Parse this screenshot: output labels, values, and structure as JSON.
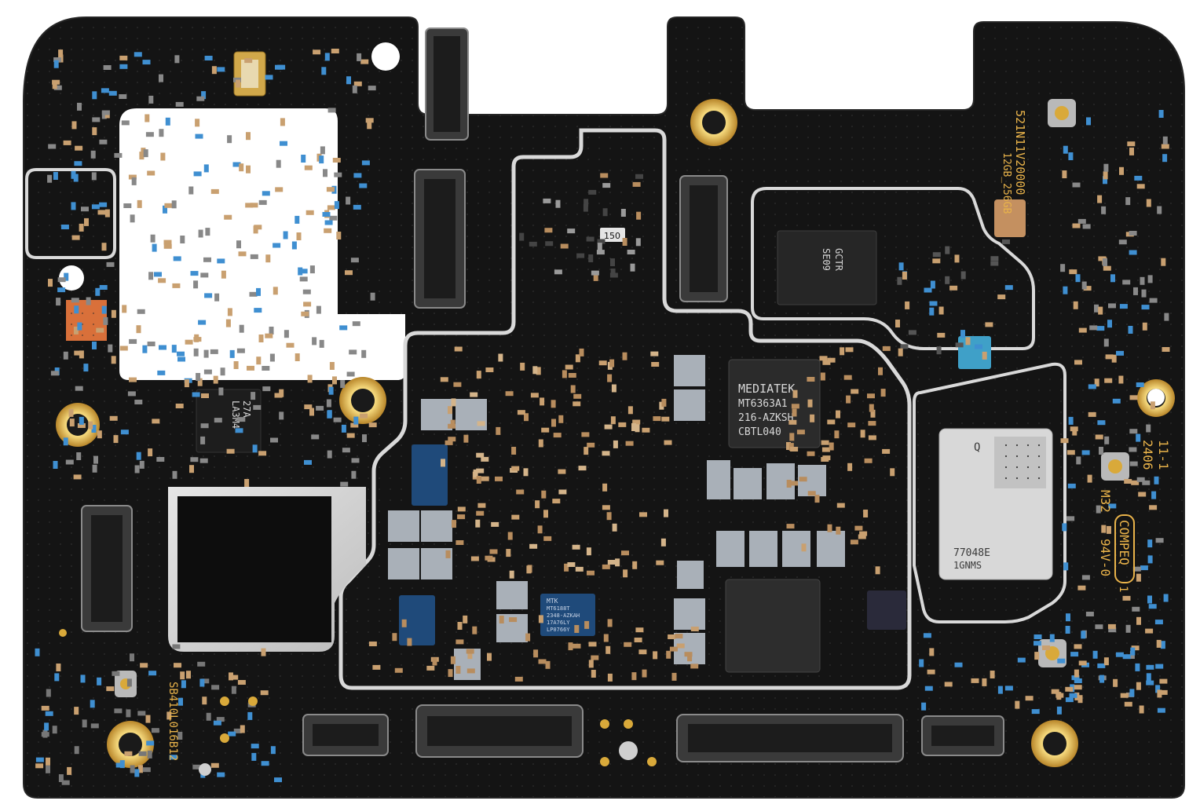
{
  "board": {
    "colors": {
      "pcb": "#141414",
      "gold": "#d9a93a",
      "shield": "#cfcfcf",
      "silkscreen": "#e9b34a",
      "passive_blue": "#3f8fd1"
    },
    "silkscreen": {
      "rev_code": "521N11V20000",
      "memory_code": "12GB_256GB",
      "date_code_1": "11-1",
      "date_code_2": "2406",
      "board_code": "M32",
      "rating": "94V-0",
      "manufacturer": "COMPEQ",
      "manufacturer_suffix": "1",
      "pcb_serial": "SB410L016B12"
    },
    "chips": {
      "soc_brand": "MEDIATEK",
      "soc_part": "MT6363A1",
      "soc_line3": "216-AZKSH",
      "soc_line4": "CBTL040",
      "pmic_top_line1": "SE09",
      "pmic_top_line2": "GCTR",
      "rf_module_brand": "Q",
      "rf_module_part": "77048E",
      "rf_module_line2": "1GNMS",
      "mtk_chip_line1": "MTK",
      "mtk_chip_line2": "MT6188T",
      "mtk_chip_line3": "2348-AZKAH",
      "mtk_chip_line4": "17A76LY",
      "mtk_chip_line5": "LP0766Y",
      "inductor_label": "150",
      "small_ic_label_line1": "LA3M4",
      "small_ic_label_line2": "27A"
    },
    "icons": {
      "mounting_hole": "gold-ring-hole",
      "coax_connector": "rf-coax-connector",
      "btb_connector": "board-to-board-connector"
    }
  }
}
